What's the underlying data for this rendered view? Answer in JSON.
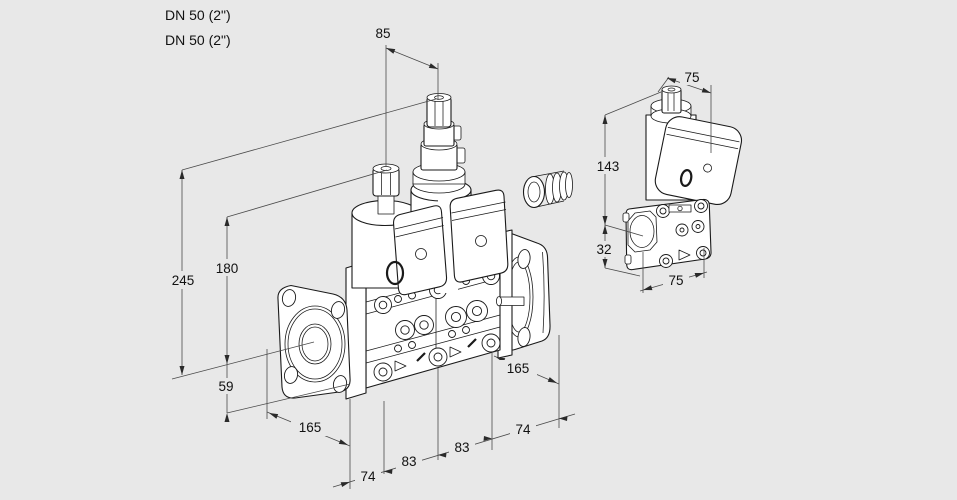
{
  "colors": {
    "background": "#e8e8e8",
    "ink": "#1a1a1a",
    "dimension_line": "#4a4a4a"
  },
  "labels": {
    "flange_dn": [
      "DN 50 (2\")",
      "DN 50 (2\")"
    ]
  },
  "main_view": {
    "description": "double solenoid valve, isometric view",
    "dims": {
      "stem_spacing": "85",
      "total_height": "245",
      "body_height": "180",
      "lower_height": "59",
      "left_width": "165",
      "bolt_span_left": "74",
      "bolt_span_mid_left": "83",
      "bolt_span_mid_right": "83",
      "bolt_span_right": "74",
      "right_width": "165"
    }
  },
  "side_view": {
    "description": "single valve, side view",
    "dims": {
      "top_width": "75",
      "upper_height": "143",
      "lower_height": "32",
      "bottom_width": "75"
    }
  }
}
